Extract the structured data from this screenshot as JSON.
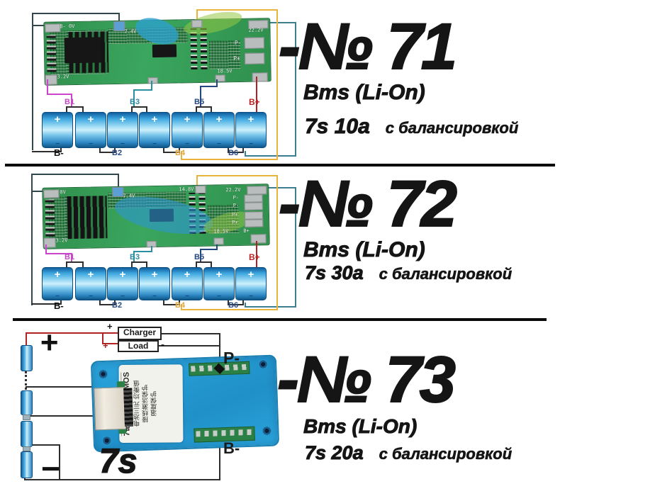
{
  "sym": {
    "plus": "+",
    "minus": "−"
  },
  "sections": [
    {
      "number": "-№ 71",
      "product": "Bms (Li-On)",
      "spec": "7s 10a",
      "note": "с балансировкой",
      "pcb_labels": [
        "B- 0V",
        "7.4V",
        "22.2V",
        "P-",
        "P+",
        "18.5V",
        "3.2V"
      ],
      "top_labels": [
        "B1",
        "B3",
        "B5",
        "B+"
      ],
      "bottom_labels": [
        "B-",
        "B2",
        "B4",
        "B6"
      ]
    },
    {
      "number": "-№ 72",
      "product": "Bms (Li-On)",
      "spec": "7s 30a",
      "note": "с балансировкой",
      "pcb_labels": [
        "0V",
        "7.4V",
        "14.8V",
        "22.2V",
        "P-",
        "P-",
        "P+",
        "P+",
        "18.5V",
        "B+",
        "3.2V"
      ],
      "top_labels": [
        "B1",
        "B3",
        "B5",
        "B+"
      ],
      "bottom_labels": [
        "B-",
        "B2",
        "B4",
        "B6"
      ]
    },
    {
      "number": "-№ 73",
      "product": "Bms (Li-On)",
      "spec": "7s 20a",
      "note": "с балансировкой",
      "wiring": {
        "charger": "Charger",
        "load": "Load",
        "charger_plus": "+",
        "load_plus": "+",
        "load_minus": "-",
        "p_minus": "P-",
        "b_minus": "B-",
        "pack_plus": "+",
        "pack_minus": "−",
        "cells": "7s"
      },
      "sticker_lines": [
        "7串持续15A8MOS",
        "电池三元 均衡值",
        "接线激活保护",
        "温度保护"
      ]
    }
  ]
}
